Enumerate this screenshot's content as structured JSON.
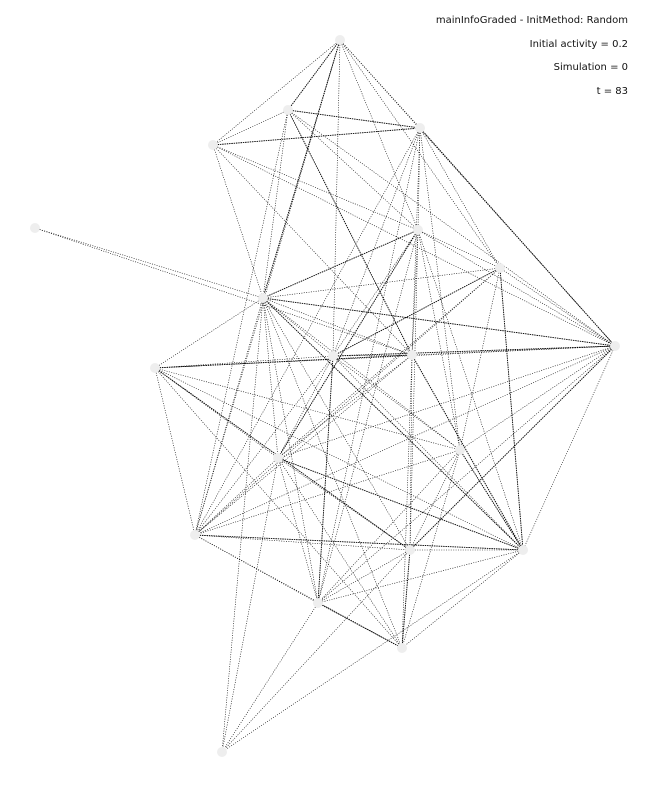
{
  "header": {
    "lines": [
      "mainInfoGraded - InitMethod: Random",
      "Initial activity = 0.2",
      "Simulation = 0",
      "t = 83"
    ]
  },
  "colors": {
    "edge": "#000000",
    "node": "#eeeeee",
    "text": "#111111"
  },
  "graph": {
    "node_count": 20,
    "edges": [
      [
        0,
        1
      ],
      [
        0,
        2
      ],
      [
        0,
        3
      ],
      [
        0,
        4
      ],
      [
        0,
        5
      ],
      [
        0,
        8
      ],
      [
        0,
        9
      ],
      [
        0,
        11
      ],
      [
        0,
        14
      ],
      [
        1,
        2
      ],
      [
        1,
        3
      ],
      [
        1,
        4
      ],
      [
        1,
        8
      ],
      [
        1,
        11
      ],
      [
        1,
        14
      ],
      [
        1,
        10
      ],
      [
        2,
        4
      ],
      [
        2,
        8
      ],
      [
        2,
        11
      ],
      [
        2,
        10
      ],
      [
        2,
        3
      ],
      [
        3,
        4
      ],
      [
        3,
        5
      ],
      [
        3,
        9
      ],
      [
        3,
        10
      ],
      [
        3,
        11
      ],
      [
        3,
        12
      ],
      [
        3,
        14
      ],
      [
        3,
        17
      ],
      [
        4,
        5
      ],
      [
        4,
        8
      ],
      [
        4,
        9
      ],
      [
        4,
        10
      ],
      [
        4,
        11
      ],
      [
        4,
        12
      ],
      [
        4,
        13
      ],
      [
        4,
        15
      ],
      [
        4,
        16
      ],
      [
        4,
        17
      ],
      [
        5,
        8
      ],
      [
        5,
        9
      ],
      [
        5,
        11
      ],
      [
        5,
        12
      ],
      [
        5,
        13
      ],
      [
        5,
        14
      ],
      [
        5,
        16
      ],
      [
        6,
        8
      ],
      [
        6,
        10
      ],
      [
        7,
        8
      ],
      [
        7,
        9
      ],
      [
        7,
        10
      ],
      [
        7,
        11
      ],
      [
        7,
        12
      ],
      [
        7,
        13
      ],
      [
        7,
        14
      ],
      [
        7,
        15
      ],
      [
        7,
        16
      ],
      [
        7,
        18
      ],
      [
        8,
        9
      ],
      [
        8,
        10
      ],
      [
        8,
        11
      ],
      [
        8,
        12
      ],
      [
        8,
        13
      ],
      [
        8,
        14
      ],
      [
        8,
        15
      ],
      [
        8,
        16
      ],
      [
        8,
        17
      ],
      [
        8,
        18
      ],
      [
        8,
        19
      ],
      [
        9,
        10
      ],
      [
        9,
        11
      ],
      [
        9,
        12
      ],
      [
        9,
        13
      ],
      [
        9,
        14
      ],
      [
        9,
        16
      ],
      [
        9,
        17
      ],
      [
        10,
        11
      ],
      [
        10,
        13
      ],
      [
        10,
        14
      ],
      [
        10,
        15
      ],
      [
        10,
        16
      ],
      [
        10,
        18
      ],
      [
        11,
        12
      ],
      [
        11,
        13
      ],
      [
        11,
        14
      ],
      [
        11,
        15
      ],
      [
        11,
        16
      ],
      [
        11,
        17
      ],
      [
        12,
        14
      ],
      [
        12,
        15
      ],
      [
        12,
        16
      ],
      [
        12,
        17
      ],
      [
        12,
        18
      ],
      [
        13,
        14
      ],
      [
        13,
        15
      ],
      [
        13,
        16
      ],
      [
        13,
        17
      ],
      [
        13,
        18
      ],
      [
        13,
        19
      ],
      [
        14,
        15
      ],
      [
        14,
        16
      ],
      [
        14,
        17
      ],
      [
        14,
        18
      ],
      [
        15,
        16
      ],
      [
        15,
        17
      ],
      [
        15,
        18
      ],
      [
        15,
        19
      ],
      [
        16,
        17
      ],
      [
        16,
        18
      ],
      [
        16,
        19
      ],
      [
        17,
        18
      ],
      [
        17,
        19
      ]
    ]
  }
}
